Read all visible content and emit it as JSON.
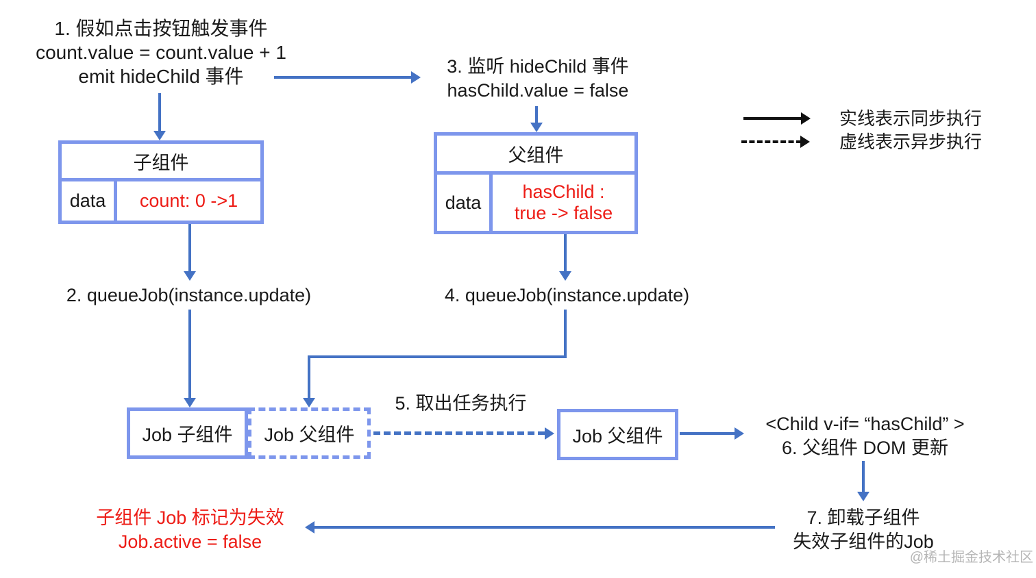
{
  "step1": {
    "line1": "1. 假如点击按钮触发事件",
    "line2": "count.value = count.value + 1",
    "line3": "emit hideChild 事件"
  },
  "step3": {
    "line1": "3. 监听 hideChild 事件",
    "line2": "hasChild.value = false"
  },
  "legend": {
    "solid_label": "实线表示同步执行",
    "dashed_label": "虚线表示异步执行"
  },
  "child_box": {
    "title": "子组件",
    "data_label": "data",
    "data_value": "count: 0 ->1"
  },
  "parent_box": {
    "title": "父组件",
    "data_label": "data",
    "data_value_line1": "hasChild :",
    "data_value_line2": "true -> false"
  },
  "step2": "2. queueJob(instance.update)",
  "step4": "4. queueJob(instance.update)",
  "job_child_box": "Job 子组件",
  "job_parent_queued_box": "Job 父组件",
  "step5": "5. 取出任务执行",
  "job_parent_exec_box": "Job 父组件",
  "step6": {
    "line1": "<Child v-if= “hasChild” >",
    "line2": "6. 父组件 DOM 更新"
  },
  "step7": {
    "line1": "7. 卸载子组件",
    "line2": "失效子组件的Job"
  },
  "invalidate": {
    "line1": "子组件 Job 标记为失效",
    "line2": "Job.active = false"
  },
  "watermark": "@稀土掘金技术社区",
  "colors": {
    "box_border": "#7d96ec",
    "arrow_blue": "#4472c4",
    "highlight_red": "#ed1c16",
    "legend_black": "#111111",
    "watermark_gray": "#b5b5b5"
  }
}
